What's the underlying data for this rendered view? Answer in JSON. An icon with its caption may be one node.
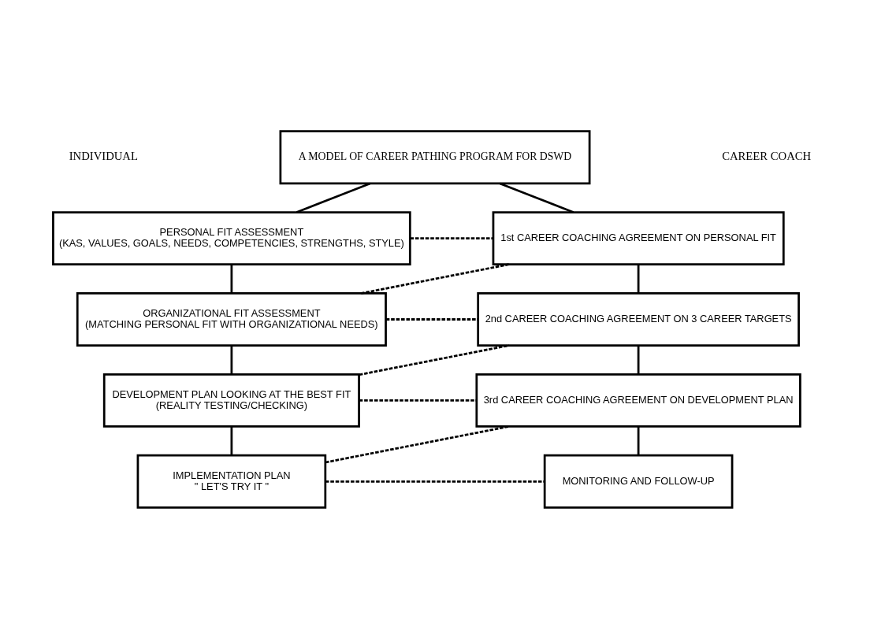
{
  "diagram": {
    "nodes": [
      {
        "text": [
          "A MODEL OF CAREER PATHING PROGRAM FOR DSWD"
        ]
      },
      {
        "text": [
          "PERSONAL FIT ASSESSMENT",
          "(KAS, VALUES, GOALS, NEEDS, COMPETENCIES, STRENGTHS, STYLE)"
        ]
      },
      {
        "text": [
          "1st CAREER COACHING AGREEMENT ON PERSONAL FIT"
        ]
      },
      {
        "text": [
          "ORGANIZATIONAL FIT ASSESSMENT",
          "(MATCHING PERSONAL FIT WITH ORGANIZATIONAL NEEDS)"
        ]
      },
      {
        "text": [
          "2nd CAREER COACHING AGREEMENT ON 3 CAREER TARGETS"
        ]
      },
      {
        "text": [
          "DEVELOPMENT PLAN LOOKING AT THE BEST FIT",
          "(REALITY TESTING/CHECKING)"
        ]
      },
      {
        "text": [
          "3rd CAREER COACHING AGREEMENT ON DEVELOPMENT PLAN"
        ]
      },
      {
        "text": [
          "IMPLEMENTATION PLAN",
          "\" LET'S TRY IT \""
        ]
      },
      {
        "text": [
          "MONITORING AND FOLLOW-UP"
        ]
      }
    ],
    "edges": [
      {
        "from": 0,
        "to": 1,
        "arrow": "none"
      },
      {
        "from": 0,
        "to": 2,
        "arrow": "none"
      },
      {
        "from": 1,
        "to": 2,
        "arrow": "none",
        "style": "dashed"
      },
      {
        "from": 1,
        "to": 3,
        "arrow": "none"
      },
      {
        "from": 2,
        "to": 4,
        "arrow": "none"
      },
      {
        "from": 3,
        "to": 2,
        "arrow": "none",
        "style": "dashed"
      },
      {
        "from": 3,
        "to": 4,
        "arrow": "none",
        "style": "dashed"
      },
      {
        "from": 3,
        "to": 5,
        "arrow": "none"
      },
      {
        "from": 4,
        "to": 6,
        "arrow": "none"
      },
      {
        "from": 5,
        "to": 4,
        "arrow": "none",
        "style": "dashed"
      },
      {
        "from": 5,
        "to": 6,
        "arrow": "none",
        "style": "dashed"
      },
      {
        "from": 5,
        "to": 7,
        "arrow": "none"
      },
      {
        "from": 6,
        "to": 8,
        "arrow": "none"
      },
      {
        "from": 7,
        "to": 6,
        "arrow": "none",
        "style": "dashed"
      },
      {
        "from": 7,
        "to": 8,
        "arrow": "none",
        "style": "dashed"
      }
    ],
    "labels": [
      "INDIVIDUAL",
      "CAREER COACH"
    ]
  }
}
